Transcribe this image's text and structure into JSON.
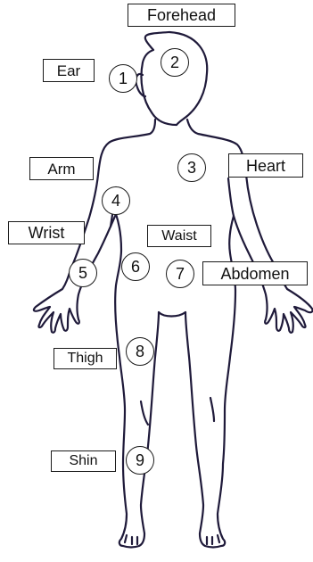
{
  "colors": {
    "outline": "#1f1a3a",
    "box_border": "#1a1a1a",
    "text": "#111111",
    "background": "#ffffff"
  },
  "labels": {
    "forehead": "Forehead",
    "ear": "Ear",
    "arm": "Arm",
    "heart": "Heart",
    "wrist": "Wrist",
    "waist": "Waist",
    "abdomen": "Abdomen",
    "thigh": "Thigh",
    "shin": "Shin"
  },
  "markers": {
    "ear": "1",
    "forehead": "2",
    "heart": "3",
    "arm": "4",
    "wrist": "5",
    "waist": "6",
    "abdomen": "7",
    "thigh": "8",
    "shin": "9"
  }
}
